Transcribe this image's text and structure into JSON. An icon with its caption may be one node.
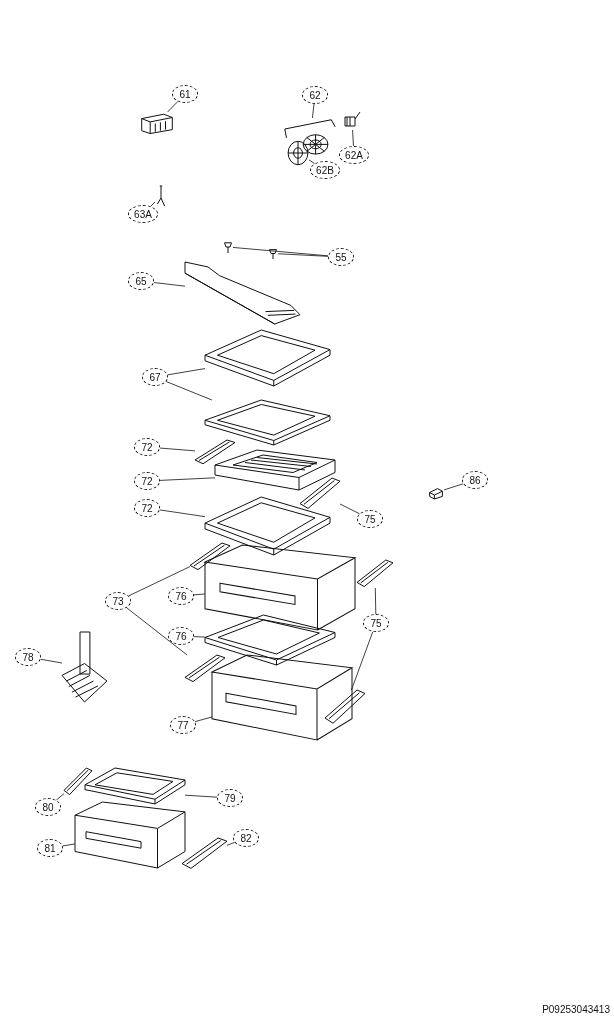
{
  "diagram": {
    "nodes": [
      {
        "text": [
          "61"
        ]
      },
      {
        "text": [],
        "shape": "picture"
      },
      {
        "text": [
          "62"
        ]
      },
      {
        "text": [],
        "shape": "picture"
      },
      {
        "text": [
          "62A"
        ]
      },
      {
        "text": [],
        "shape": "picture"
      },
      {
        "text": [
          "62B"
        ]
      },
      {
        "text": [],
        "shape": "picture"
      },
      {
        "text": [
          "63A"
        ]
      },
      {
        "text": [],
        "shape": "picture"
      },
      {
        "text": [
          "55"
        ]
      },
      {
        "text": [],
        "shape": "picture"
      },
      {
        "text": [],
        "shape": "picture"
      },
      {
        "text": [
          "65"
        ]
      },
      {
        "text": [],
        "shape": "picture"
      },
      {
        "text": [
          "67"
        ]
      },
      {
        "text": [],
        "shape": "picture"
      },
      {
        "text": [],
        "shape": "picture"
      },
      {
        "text": [
          "72"
        ]
      },
      {
        "text": [],
        "shape": "picture"
      },
      {
        "text": [
          "72"
        ]
      },
      {
        "text": [],
        "shape": "picture"
      },
      {
        "text": [
          "72"
        ]
      },
      {
        "text": [],
        "shape": "picture"
      },
      {
        "text": [
          "75"
        ]
      },
      {
        "text": [],
        "shape": "picture"
      },
      {
        "text": [
          "73"
        ]
      },
      {
        "text": [],
        "shape": "picture"
      },
      {
        "text": [],
        "shape": "picture"
      },
      {
        "text": [
          "76"
        ]
      },
      {
        "text": [],
        "shape": "picture"
      },
      {
        "text": [
          "76"
        ]
      },
      {
        "text": [],
        "shape": "picture"
      },
      {
        "text": [
          "75"
        ]
      },
      {
        "text": [],
        "shape": "picture"
      },
      {
        "text": [],
        "shape": "picture"
      },
      {
        "text": [
          "78"
        ]
      },
      {
        "text": [],
        "shape": "picture"
      },
      {
        "text": [
          "77"
        ]
      },
      {
        "text": [],
        "shape": "picture"
      },
      {
        "text": [
          "80"
        ]
      },
      {
        "text": [],
        "shape": "picture"
      },
      {
        "text": [
          "79"
        ]
      },
      {
        "text": [],
        "shape": "picture"
      },
      {
        "text": [
          "81"
        ]
      },
      {
        "text": [],
        "shape": "picture"
      },
      {
        "text": [
          "82"
        ]
      },
      {
        "text": [],
        "shape": "picture"
      },
      {
        "text": [
          "86"
        ]
      },
      {
        "text": [],
        "shape": "picture"
      }
    ],
    "edges": [
      {
        "from": 0,
        "to": 1,
        "arrow": "none"
      },
      {
        "from": 2,
        "to": 3,
        "arrow": "none"
      },
      {
        "from": 4,
        "to": 5,
        "arrow": "none"
      },
      {
        "from": 6,
        "to": 7,
        "arrow": "none"
      },
      {
        "from": 8,
        "to": 9,
        "arrow": "none"
      },
      {
        "from": 10,
        "to": 11,
        "arrow": "none"
      },
      {
        "from": 10,
        "to": 12,
        "arrow": "none"
      },
      {
        "from": 13,
        "to": 14,
        "arrow": "none"
      },
      {
        "from": 15,
        "to": 16,
        "arrow": "none"
      },
      {
        "from": 15,
        "to": 17,
        "arrow": "none"
      },
      {
        "from": 18,
        "to": 19,
        "arrow": "none"
      },
      {
        "from": 20,
        "to": 21,
        "arrow": "none"
      },
      {
        "from": 22,
        "to": 23,
        "arrow": "none"
      },
      {
        "from": 24,
        "to": 25,
        "arrow": "none"
      },
      {
        "from": 26,
        "to": 27,
        "arrow": "none"
      },
      {
        "from": 26,
        "to": 28,
        "arrow": "none"
      },
      {
        "from": 29,
        "to": 30,
        "arrow": "none"
      },
      {
        "from": 31,
        "to": 32,
        "arrow": "none"
      },
      {
        "from": 33,
        "to": 34,
        "arrow": "none"
      },
      {
        "from": 33,
        "to": 35,
        "arrow": "none"
      },
      {
        "from": 36,
        "to": 37,
        "arrow": "none"
      },
      {
        "from": 38,
        "to": 39,
        "arrow": "none"
      },
      {
        "from": 40,
        "to": 41,
        "arrow": "none"
      },
      {
        "from": 42,
        "to": 43,
        "arrow": "none"
      },
      {
        "from": 44,
        "to": 45,
        "arrow": "none"
      },
      {
        "from": 46,
        "to": 47,
        "arrow": "none"
      },
      {
        "from": 48,
        "to": 49,
        "arrow": "none"
      }
    ],
    "labels": [
      "P09253043413"
    ]
  }
}
